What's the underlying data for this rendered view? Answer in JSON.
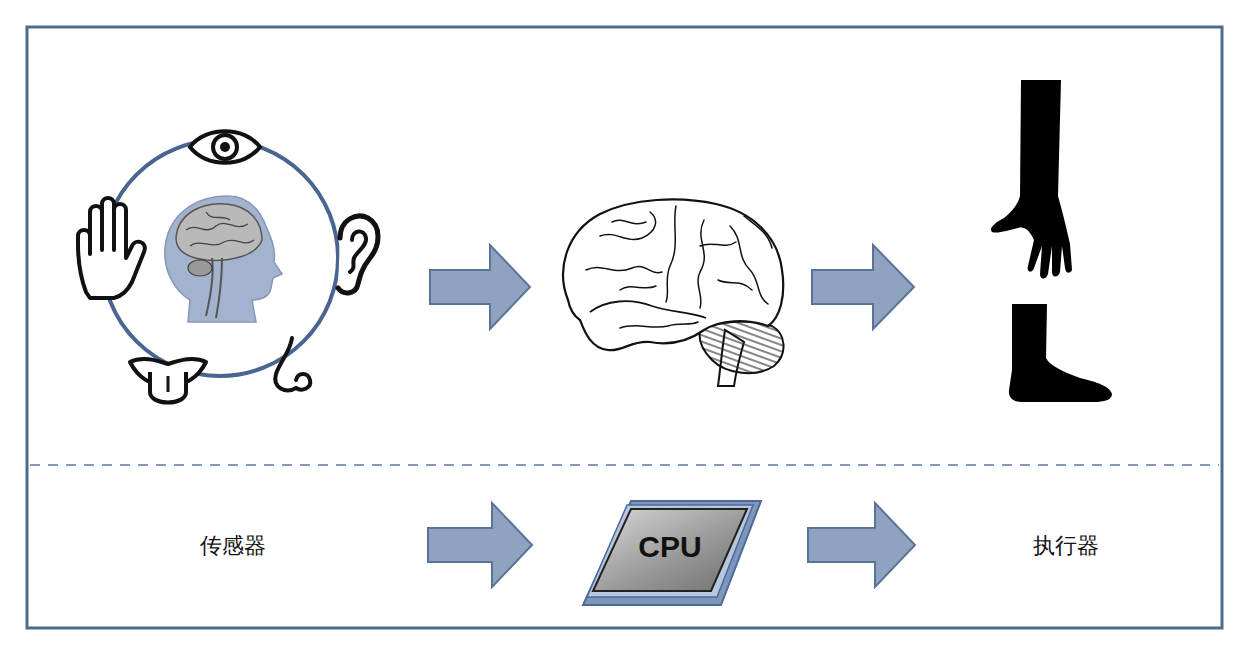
{
  "diagram": {
    "nodes": [
      {
        "text": [
          "传感器"
        ]
      },
      {
        "text": [
          "CPU"
        ]
      },
      {
        "text": [
          "执行器"
        ]
      }
    ],
    "edges": [
      {
        "from": 0,
        "to": 1,
        "arrow": "to"
      },
      {
        "from": 1,
        "to": 2,
        "arrow": "to"
      }
    ]
  }
}
